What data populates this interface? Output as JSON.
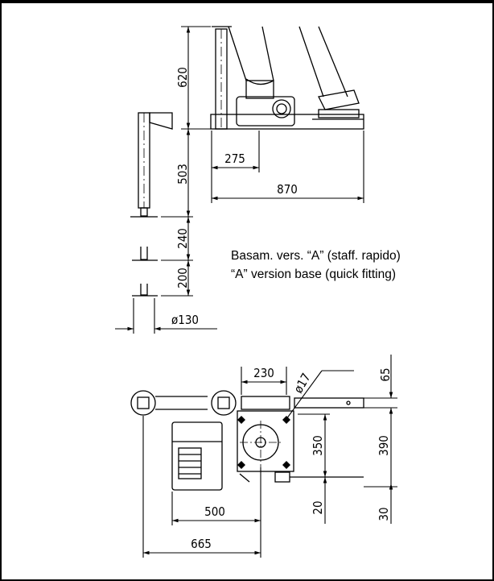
{
  "top_view": {
    "dim_height_column": "620",
    "dim_height_lower": "503",
    "dim_foot_1": "240",
    "dim_foot_2": "200",
    "dim_offset": "275",
    "dim_length": "870",
    "dim_diameter": "ø130"
  },
  "note": {
    "line_it": "Basam. vers. “A” (staff. rapido)",
    "line_en": "“A” version base (quick fitting)"
  },
  "plan_view": {
    "dim_230": "230",
    "dim_hole": "ø17",
    "dim_65": "65",
    "dim_350": "350",
    "dim_390": "390",
    "dim_20": "20",
    "dim_30": "30",
    "dim_500": "500",
    "dim_665": "665"
  }
}
